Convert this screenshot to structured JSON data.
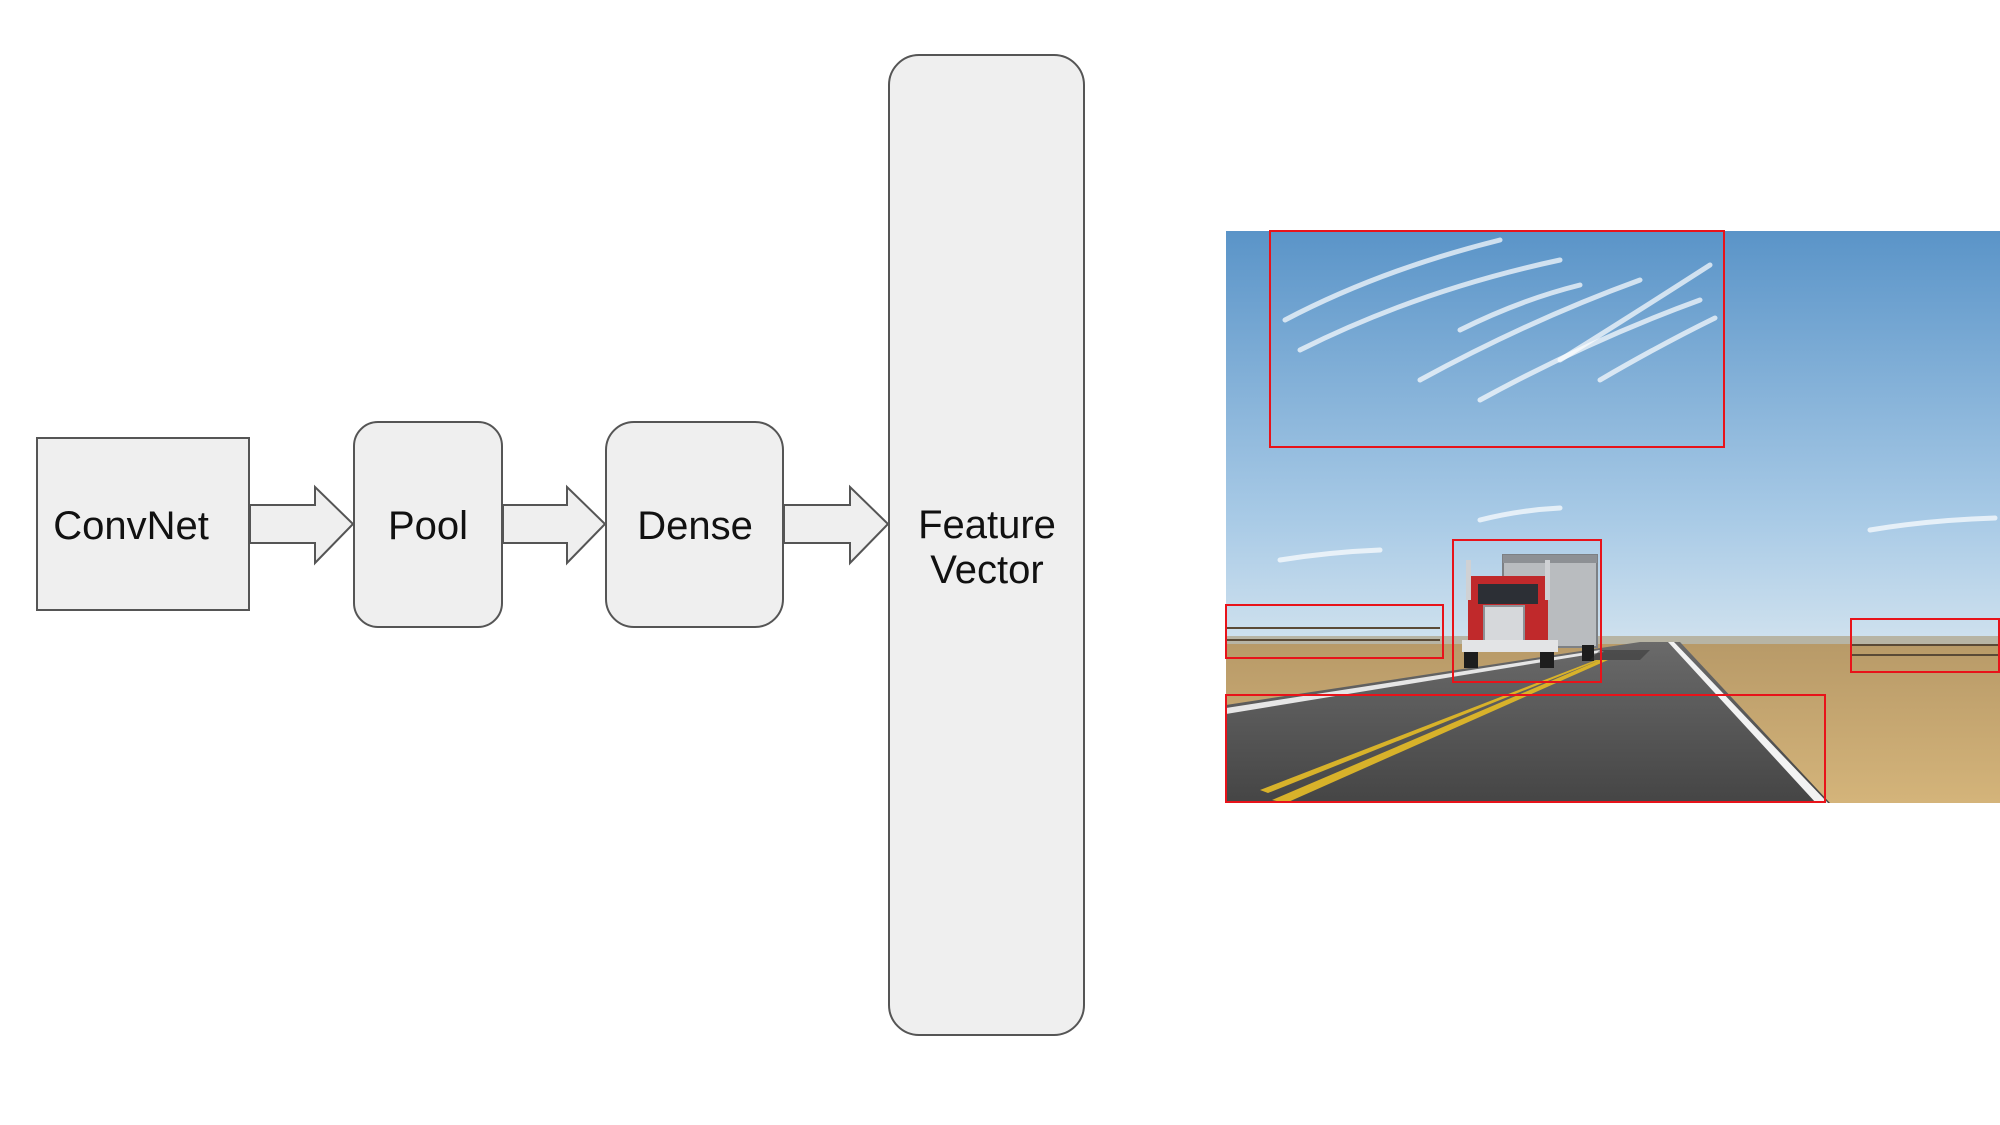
{
  "diagram": {
    "nodes": [
      {
        "id": "convnet",
        "label_lines": [
          "ConvNet"
        ]
      },
      {
        "id": "pool",
        "label_lines": [
          "Pool"
        ]
      },
      {
        "id": "dense",
        "label_lines": [
          "Dense"
        ]
      },
      {
        "id": "feature_vector",
        "label_lines": [
          "Feature",
          "Vector"
        ]
      }
    ],
    "edges": [
      {
        "from": "convnet",
        "to": "pool"
      },
      {
        "from": "pool",
        "to": "dense"
      },
      {
        "from": "dense",
        "to": "feature_vector"
      }
    ]
  },
  "photo": {
    "subject": "red semi-truck on a desert highway",
    "bounding_boxes": [
      "sky-region",
      "truck",
      "left-fence",
      "right-fence",
      "road"
    ]
  },
  "colors": {
    "box_fill": "#efefef",
    "box_stroke": "#555555",
    "text": "#111111",
    "annotation_box": "#e8131a",
    "sky_top": "#5a94c8",
    "sky_bottom": "#bcd6ea",
    "road": "#4e4e4e",
    "grass": "#c9a86a",
    "truck_cab": "#c0292b"
  }
}
